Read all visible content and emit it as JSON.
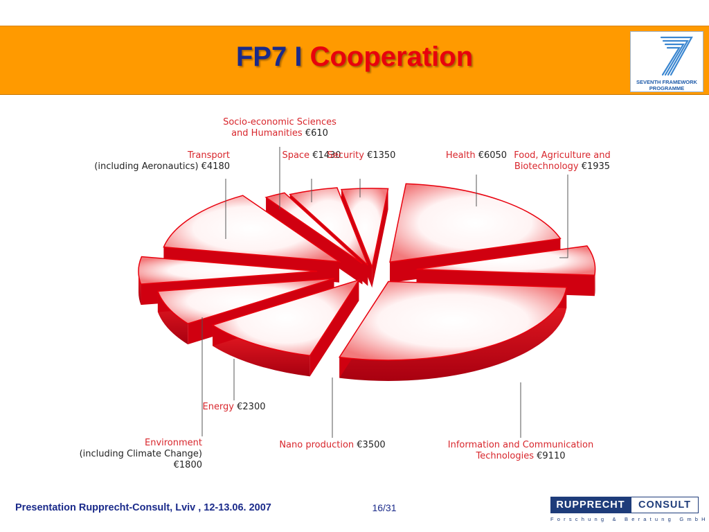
{
  "slide": {
    "title_part1": "FP7 I",
    "title_part2": "Cooperation"
  },
  "logo": {
    "line1": "SEVENTH FRAMEWORK",
    "line2": "PROGRAMME"
  },
  "footer": {
    "text": "Presentation Rupprecht-Consult, Lviv , 12-13.06. 2007",
    "page": "16/31",
    "brand_part1": "RUPPRECHT",
    "brand_part2": "CONSULT",
    "brand_sub": "Forschung & Beratung GmbH"
  },
  "colors": {
    "band": "#ff9a00",
    "title_dark": "#1a2a8a",
    "title_red": "#e8000d",
    "pie_red": "#e8000d",
    "label_red": "#d8262c"
  },
  "chart_data": {
    "type": "pie",
    "title": "",
    "currency": "€",
    "slices": [
      {
        "name": [
          "Health"
        ],
        "value": 6050,
        "value_text": "€6050"
      },
      {
        "name": [
          "Food, Agriculture and",
          "Biotechnology"
        ],
        "value": 1935,
        "value_text": "€1935"
      },
      {
        "name": [
          "Information and Communication",
          "Technologies"
        ],
        "value": 9110,
        "value_text": "€9110"
      },
      {
        "name": [
          "Nano production"
        ],
        "value": 3500,
        "value_text": "€3500"
      },
      {
        "name": [
          "Energy"
        ],
        "value": 2300,
        "value_text": "€2300"
      },
      {
        "name": [
          "Environment"
        ],
        "sub": "(including Climate Change)",
        "value": 1800,
        "value_text": "€1800"
      },
      {
        "name": [
          "Transport"
        ],
        "sub": "(including Aeronautics)",
        "value": 4180,
        "value_text": "€4180"
      },
      {
        "name": [
          "Socio-economic Sciences",
          "and Humanities"
        ],
        "value": 610,
        "value_text": "€610"
      },
      {
        "name": [
          "Space"
        ],
        "value": 1430,
        "value_text": "€1430"
      },
      {
        "name": [
          "Security"
        ],
        "value": 1350,
        "value_text": "€1350"
      }
    ]
  }
}
